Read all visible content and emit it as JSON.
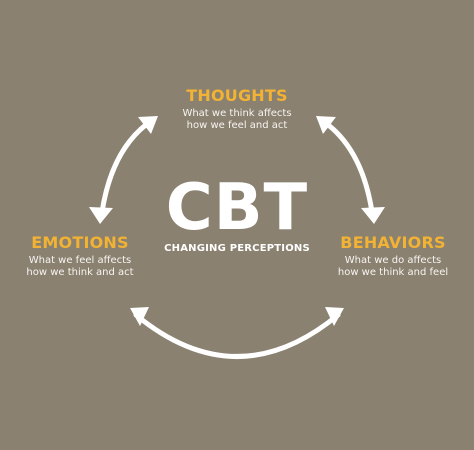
{
  "colors": {
    "background": "#8A8170",
    "accent": "#F2B233",
    "text": "#F7F5F1",
    "arrow": "#FFFFFF"
  },
  "center": {
    "title": "CBT",
    "subtitle": "CHANGING PERCEPTIONS"
  },
  "nodes": {
    "thoughts": {
      "title": "THOUGHTS",
      "desc_line1": "What we think affects",
      "desc_line2": "how we feel and act"
    },
    "emotions": {
      "title": "EMOTIONS",
      "desc_line1": "What we feel affects",
      "desc_line2": "how we think and act"
    },
    "behaviors": {
      "title": "BEHAVIORS",
      "desc_line1": "What we do affects",
      "desc_line2": "how we think and feel"
    }
  },
  "arrows": {
    "icon": "double-headed-curved-arrow-icon"
  }
}
